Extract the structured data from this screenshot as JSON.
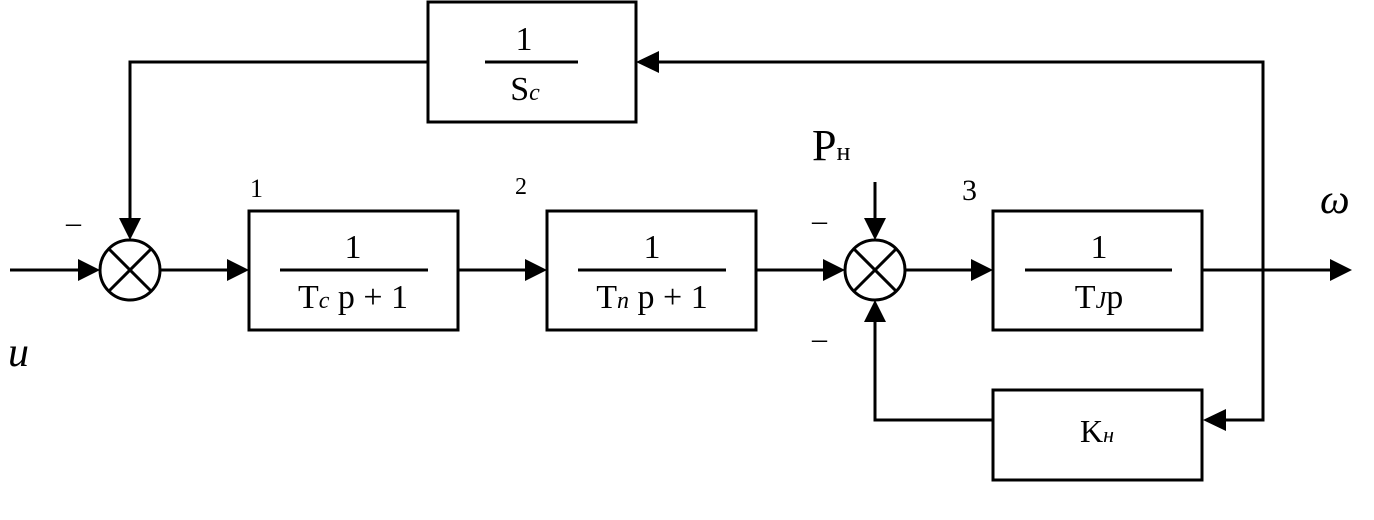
{
  "input": {
    "label": "u"
  },
  "output": {
    "label": "ω"
  },
  "disturbance": {
    "main": "P",
    "sub": "н"
  },
  "signs": {
    "minus": "–"
  },
  "stage_numbers": {
    "n1": "1",
    "n2": "2",
    "n3": "3"
  },
  "blocks": {
    "feedback_sc": {
      "numerator": "1",
      "den_main": "S",
      "den_sub": "c"
    },
    "stage1": {
      "numerator": "1",
      "den_pre": "T",
      "den_sub": "c",
      "den_post": " p + 1"
    },
    "stage2": {
      "numerator": "1",
      "den_pre": "T",
      "den_sub": "п",
      "den_post": " p + 1"
    },
    "stage3": {
      "numerator": "1",
      "den_pre": "T",
      "den_sub": "J",
      "den_post": "p"
    },
    "kn": {
      "main": "K",
      "sub": "н"
    }
  }
}
